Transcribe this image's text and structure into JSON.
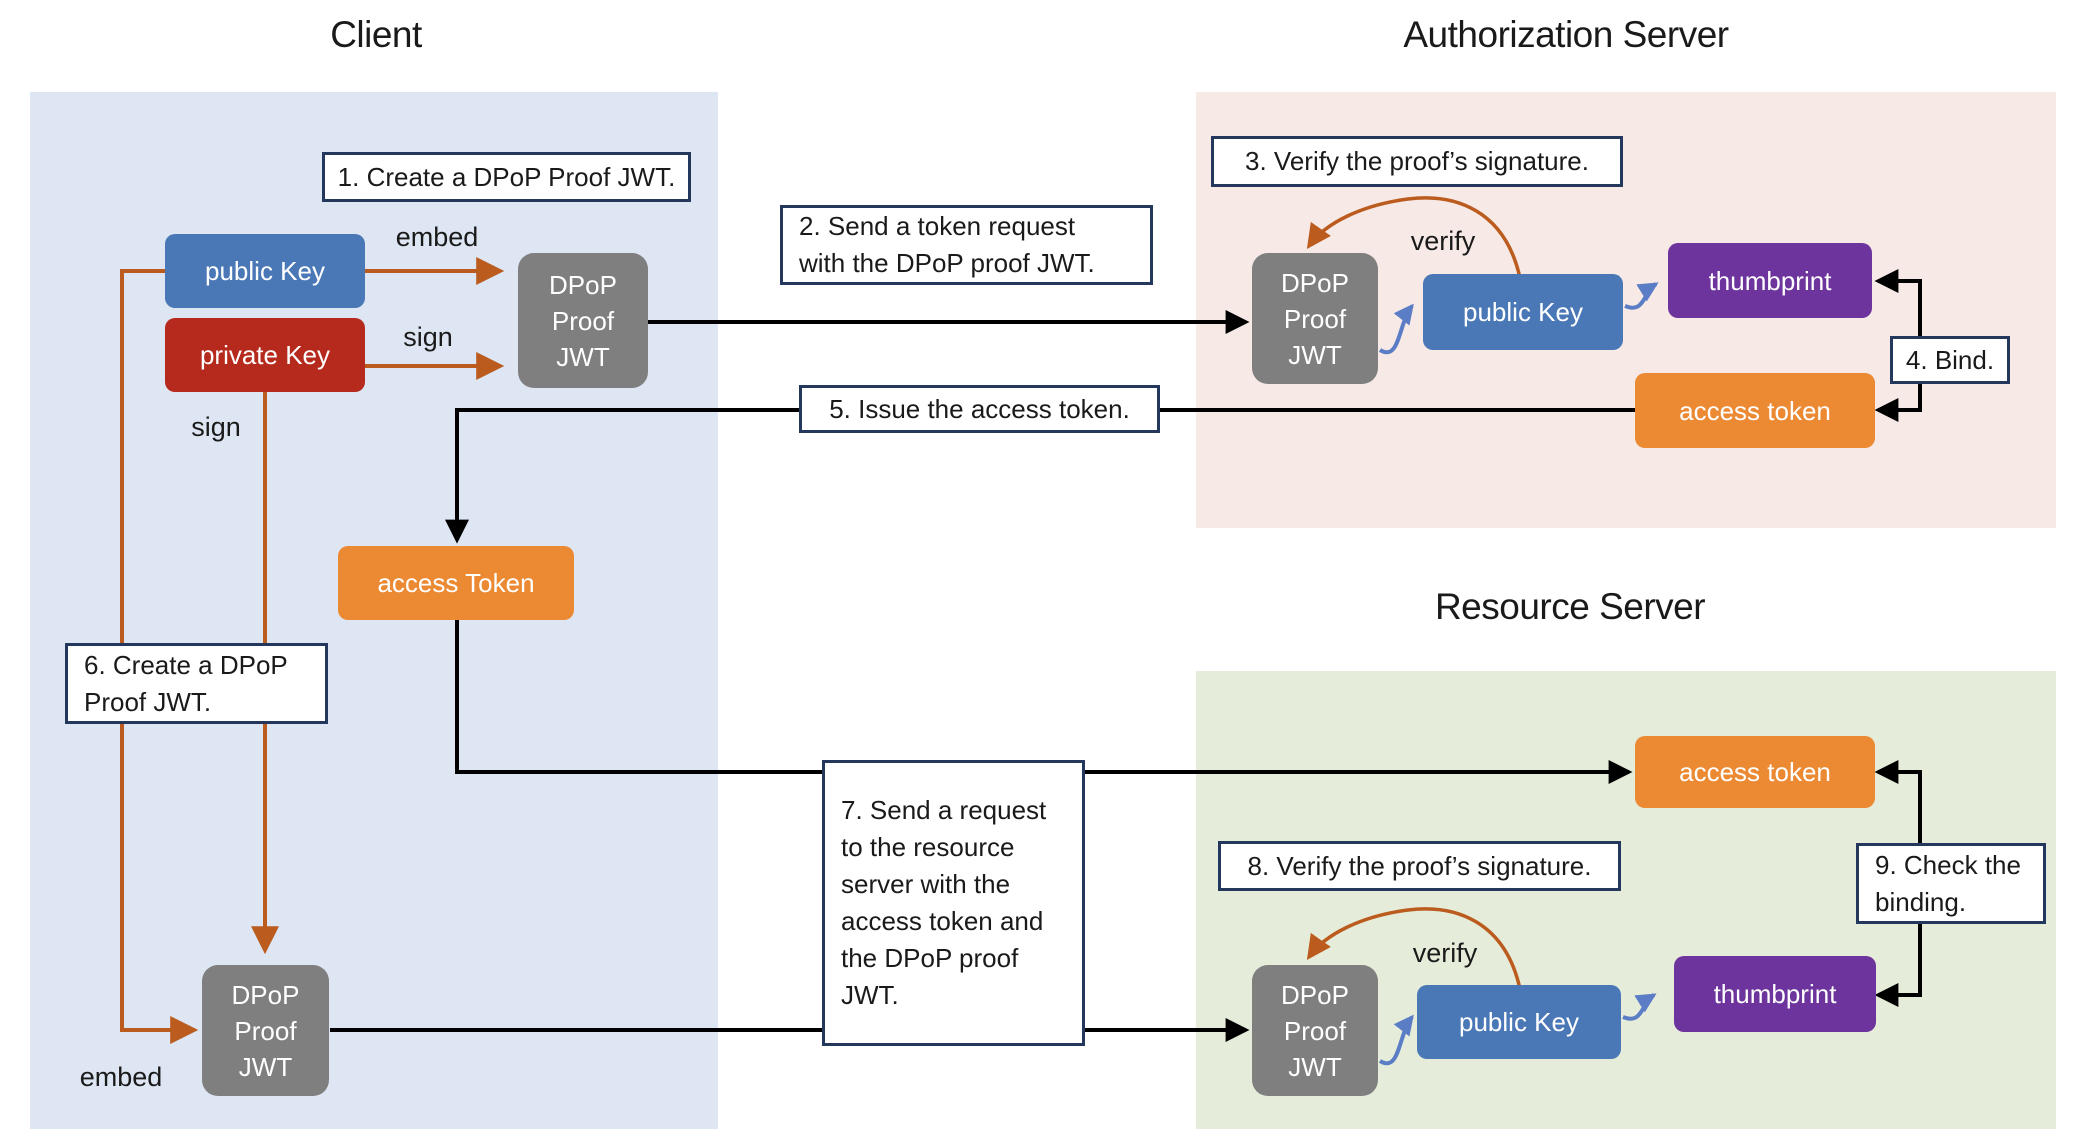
{
  "titles": {
    "client": "Client",
    "authorization_server": "Authorization Server",
    "resource_server": "Resource Server"
  },
  "client": {
    "step1": "1. Create a DPoP Proof JWT.",
    "step2": "2. Send a token request\nwith the DPoP proof JWT.",
    "step5": "5. Issue the access token.",
    "step6": "6. Create a DPoP\nProof JWT.",
    "step7": "7. Send a request\nto the resource\nserver with the\naccess token and\nthe DPoP proof\nJWT.",
    "public_key": "public Key",
    "private_key": "private Key",
    "dpop_jwt": "DPoP\nProof\nJWT",
    "access_token": "access Token",
    "embed_top": "embed",
    "sign_top": "sign",
    "sign_left": "sign",
    "embed_bottom": "embed"
  },
  "auth_server": {
    "step3": "3. Verify the proof’s signature.",
    "step4": "4. Bind.",
    "verify": "verify",
    "dpop_jwt": "DPoP\nProof\nJWT",
    "public_key": "public Key",
    "thumbprint": "thumbprint",
    "access_token": "access token"
  },
  "resource_server": {
    "step8": "8. Verify the proof’s signature.",
    "step9": "9. Check the\nbinding.",
    "verify": "verify",
    "dpop_jwt": "DPoP\nProof\nJWT",
    "public_key": "public Key",
    "thumbprint": "thumbprint",
    "access_token": "access token"
  },
  "colors": {
    "node_blue": "#4a78b6",
    "node_red": "#b52a1c",
    "node_orange": "#ec8933",
    "node_purple": "#6c349c",
    "node_gray": "#7f7f7f",
    "panel_client": "#dde6f2",
    "panel_auth": "#f7e9e6",
    "panel_resource": "#e5edda",
    "step_border": "#24385e",
    "flow_black": "#000000",
    "flow_orange": "#bb5b1e",
    "flow_blue": "#5b7dc6",
    "text_dark": "#1a1a1a",
    "text_light": "#ffffff"
  }
}
